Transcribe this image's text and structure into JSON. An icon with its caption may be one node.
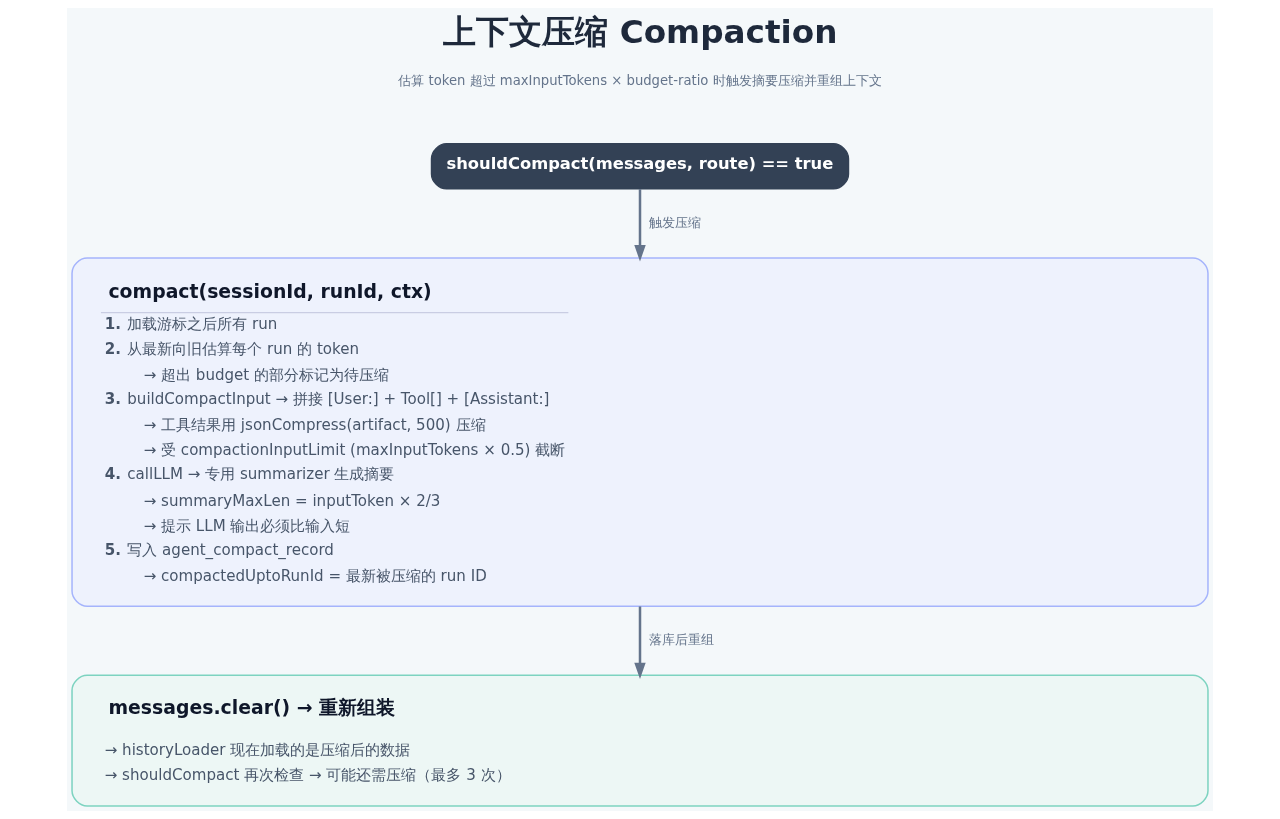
{
  "diagram": {
    "title": "上下文压缩 Compaction",
    "nodes": [
      {
        "text": [
          "shouldCompact(messages, route) == true"
        ]
      },
      {
        "text": [
          "compact(sessionId, runId, ctx)",
          "**1.** 加载游标之后所有 run",
          "**2.** 从最新向旧估算每个 run 的 token",
          "→ 超出 budget 的部分标记为待压缩",
          "**3.** buildCompactInput → 拼接 [User:] + Tool[] + [Assistant:]",
          "→ 工具结果用 jsonCompress(artifact, 500) 压缩",
          "→ 受 compactionInputLimit (maxInputTokens × 0.5) 截断",
          "**4.** callLLM → 专用 summarizer 生成摘要",
          "→ summaryMaxLen = inputToken × 2/3",
          "→ 提示 LLM 输出必须比输入短",
          "**5.** 写入 agent_compact_record",
          "→ compactedUptoRunId = 最新被压缩的 run ID"
        ]
      },
      {
        "text": [
          "messages.clear() → 重新组装",
          "→ historyLoader 现在加载的是压缩后的数据",
          "→ shouldCompact 再次检查 → 可能还需压缩（最多 3 次）"
        ]
      }
    ],
    "edges": [
      {
        "from": 0,
        "to": 1,
        "arrow": "to",
        "label": "触发压缩"
      },
      {
        "from": 1,
        "to": 2,
        "arrow": "to",
        "label": "落库后重组"
      }
    ],
    "labels": [
      "估算 token 超过 maxInputTokens × budget-ratio 时触发摘要压缩并重组上下文"
    ]
  }
}
